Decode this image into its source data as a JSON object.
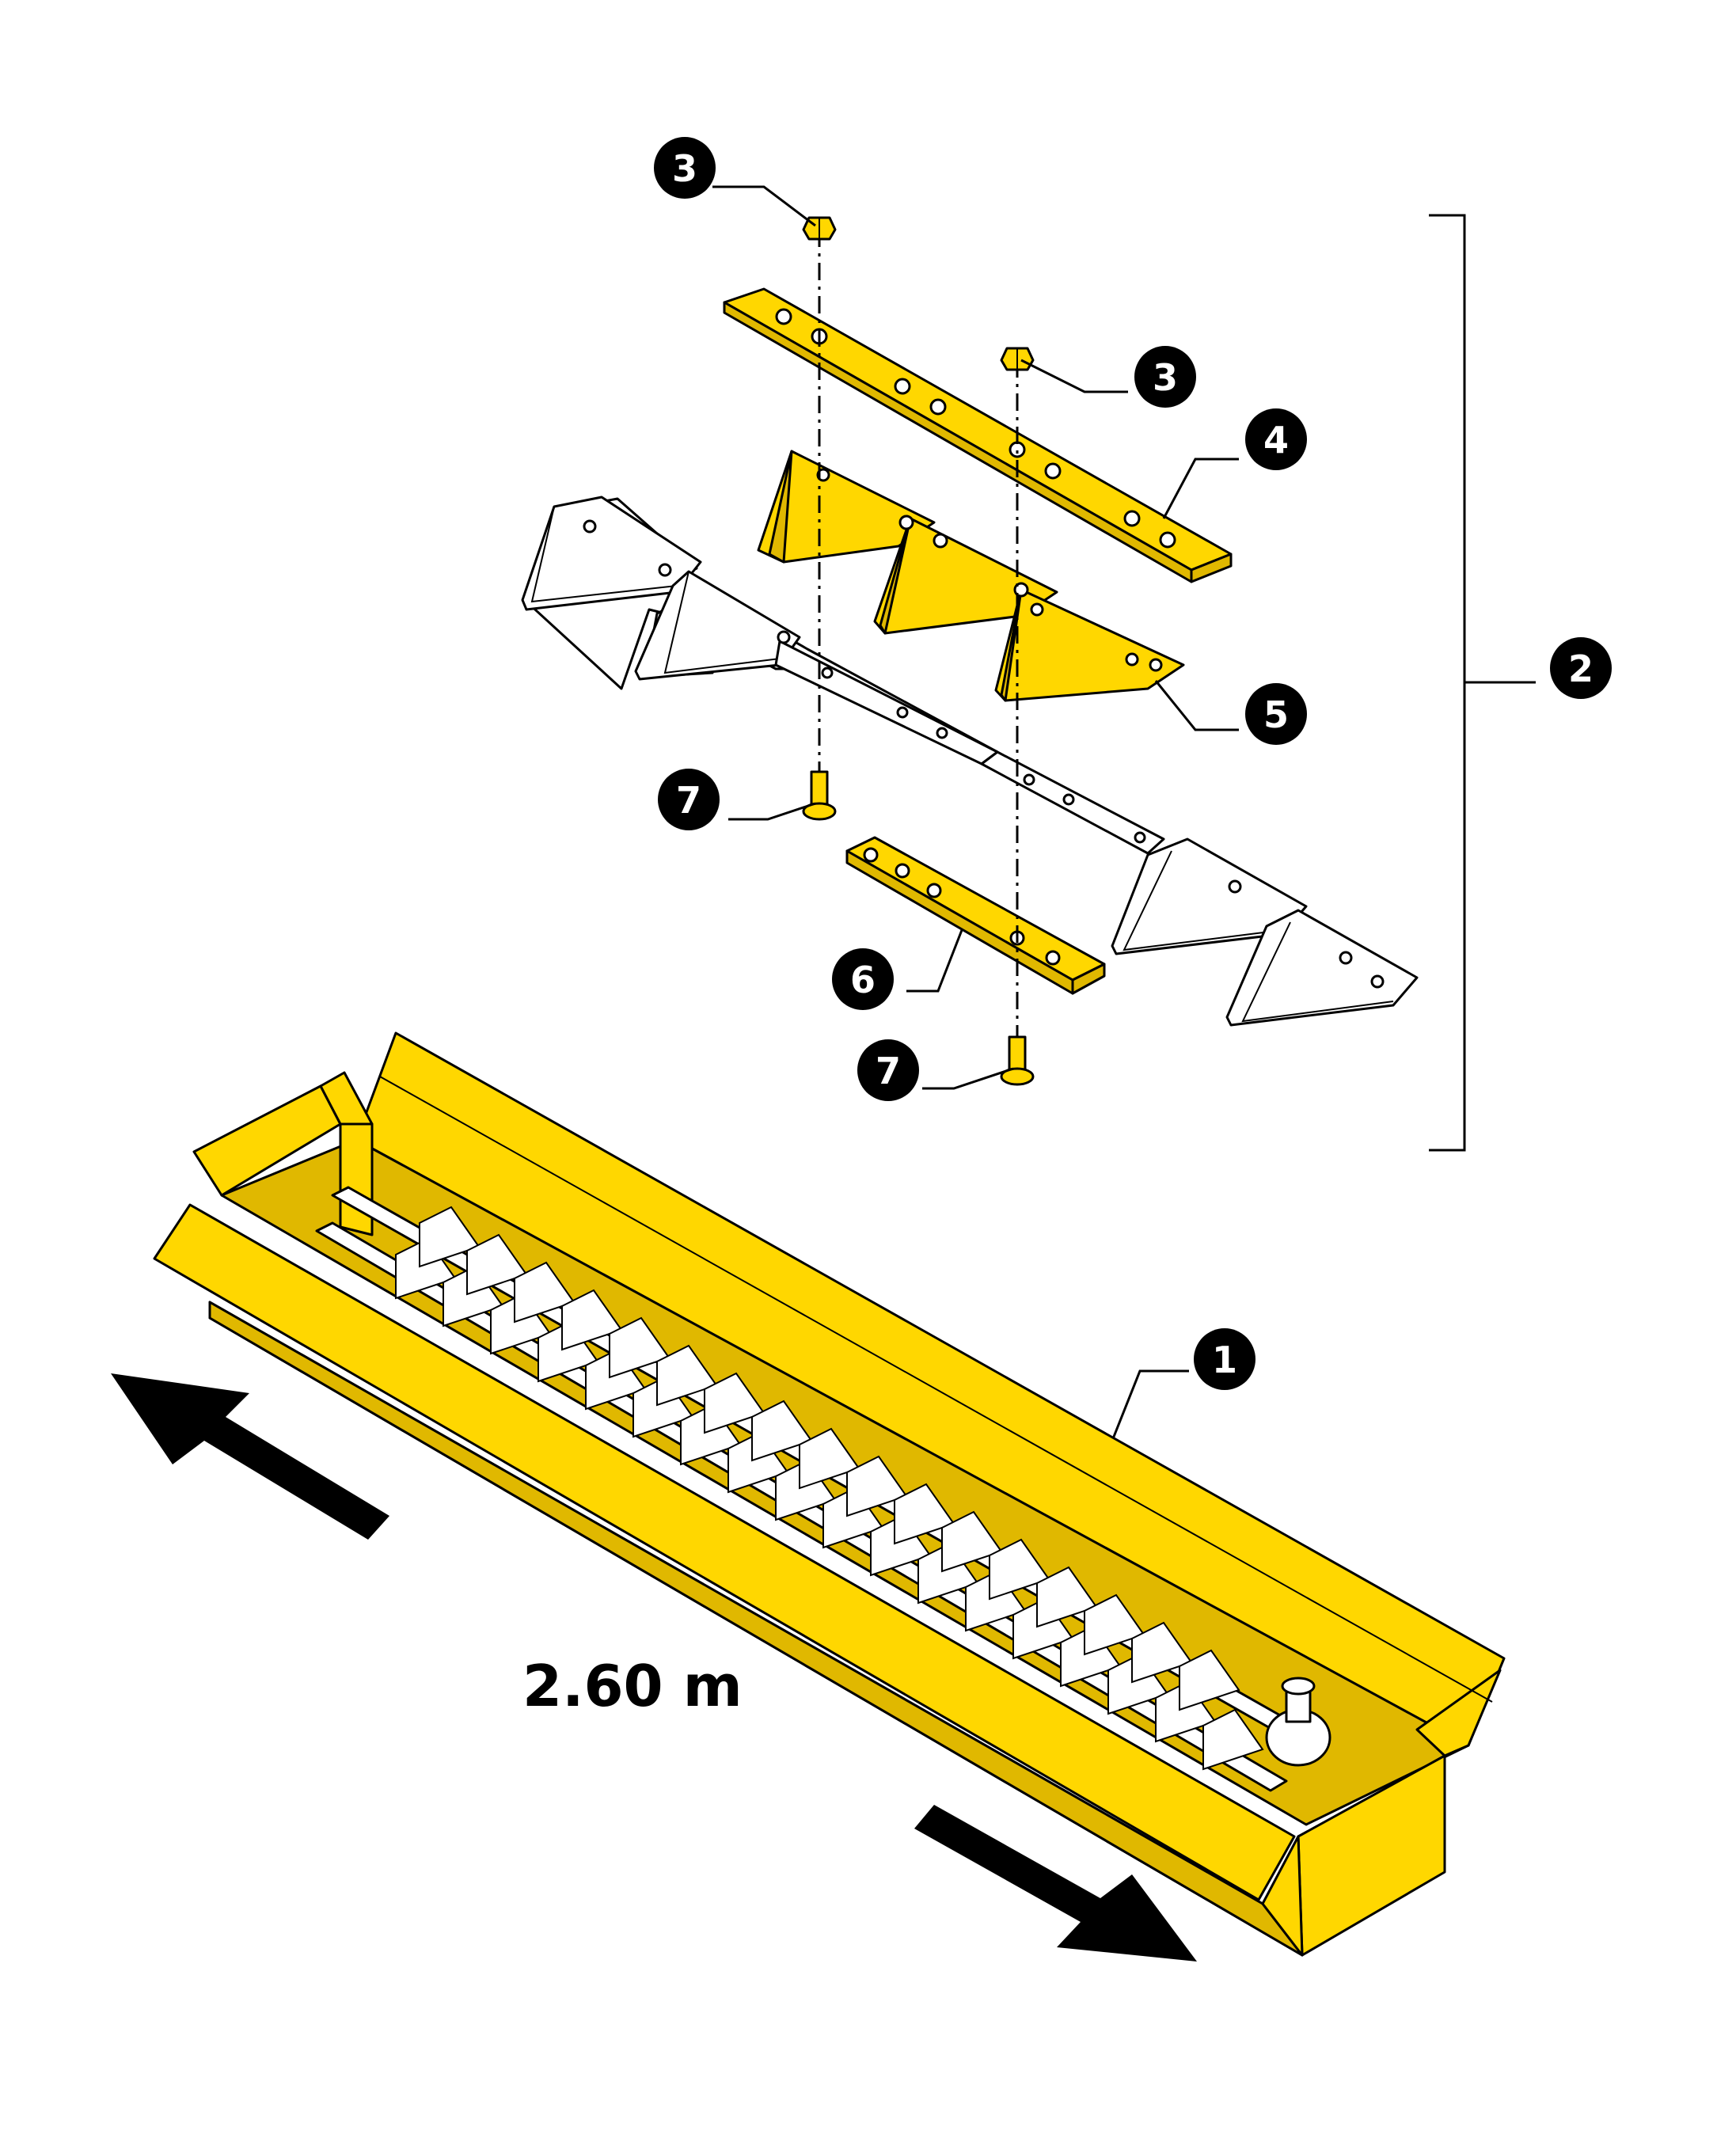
{
  "callouts": [
    {
      "id": "c3a",
      "label": "3"
    },
    {
      "id": "c3b",
      "label": "3"
    },
    {
      "id": "c4",
      "label": "4"
    },
    {
      "id": "c2",
      "label": "2"
    },
    {
      "id": "c5",
      "label": "5"
    },
    {
      "id": "c7a",
      "label": "7"
    },
    {
      "id": "c6",
      "label": "6"
    },
    {
      "id": "c7b",
      "label": "7"
    },
    {
      "id": "c1",
      "label": "1"
    }
  ],
  "dimension": {
    "length_label": "2.60 m"
  },
  "colors": {
    "part_fill": "#ffd700",
    "outline": "#000000",
    "background": "#ffffff",
    "callout_fill": "#000000"
  }
}
